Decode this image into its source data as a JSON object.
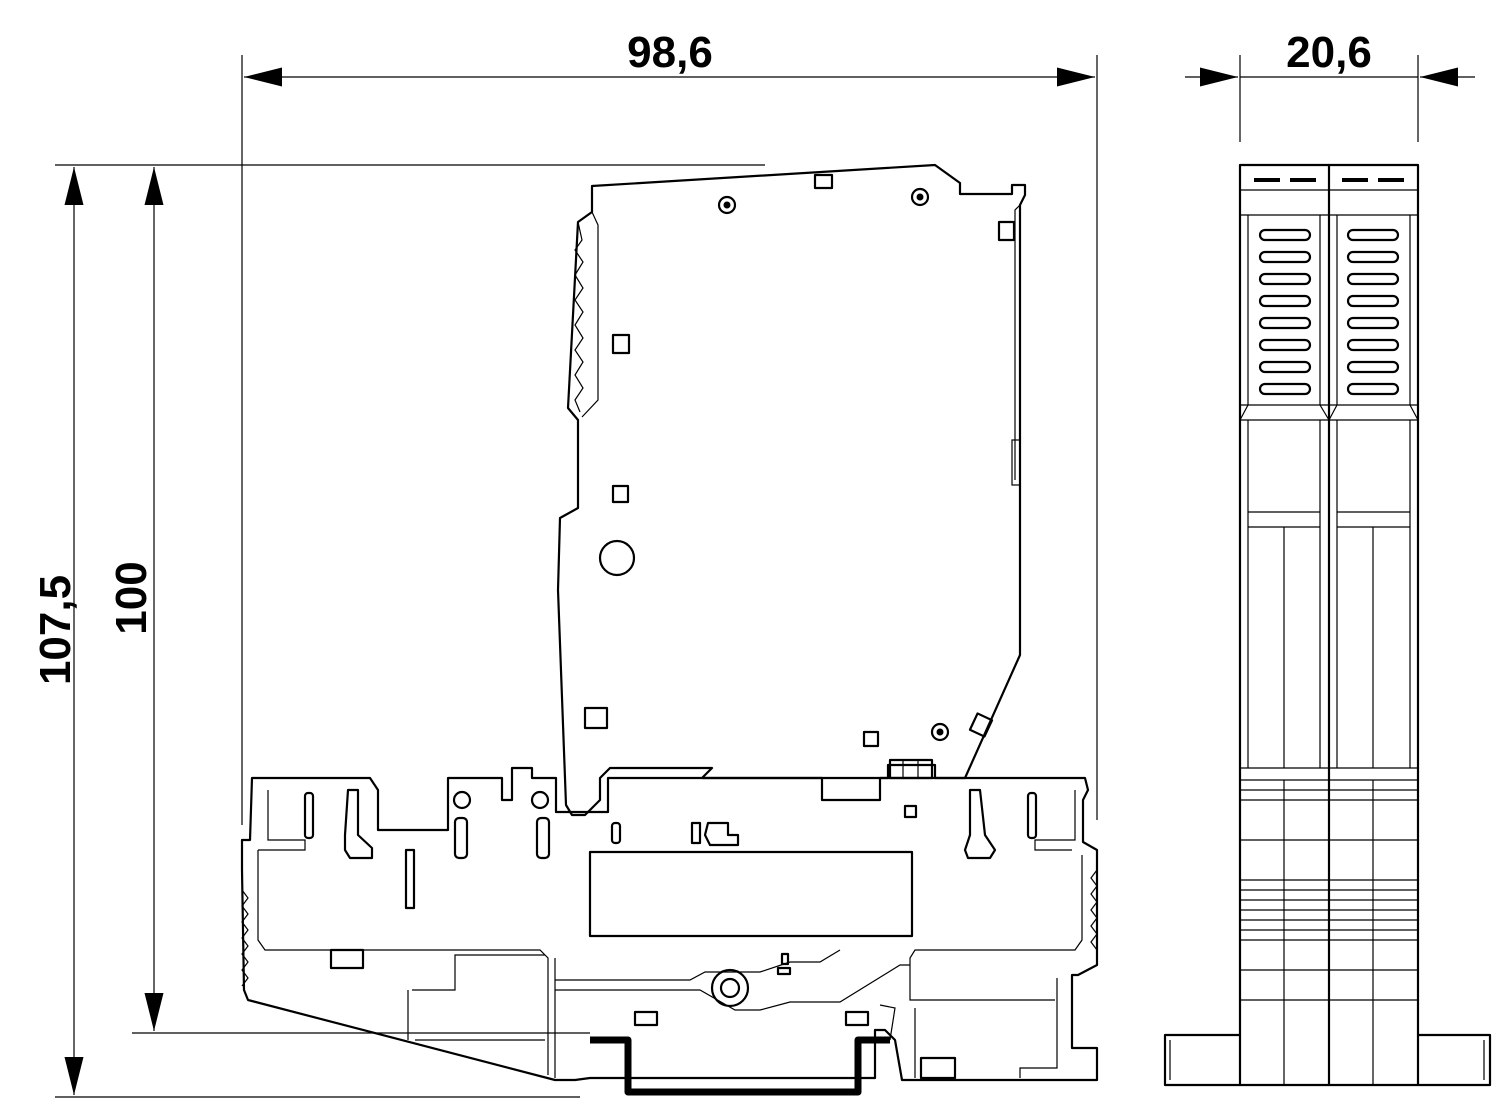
{
  "dimensions": {
    "overall_width": "98,6",
    "module_width": "20,6",
    "total_height": "107,5",
    "height_to_rail": "100"
  }
}
